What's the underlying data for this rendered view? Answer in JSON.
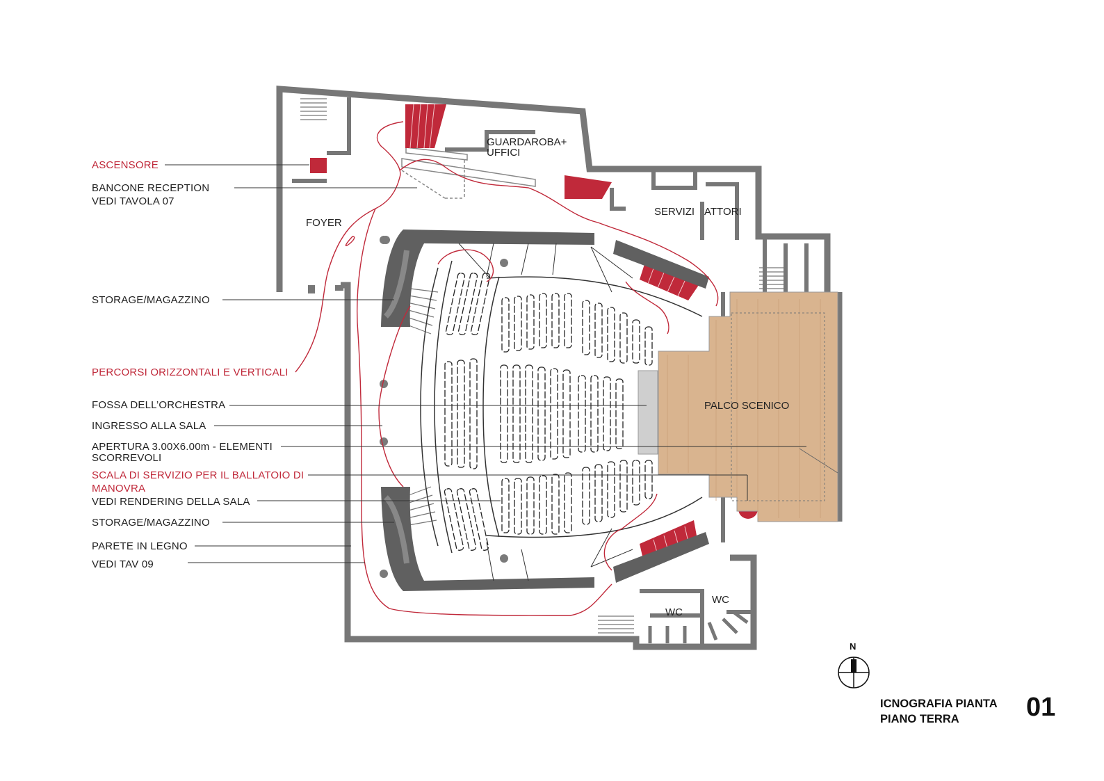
{
  "labels": {
    "ascensore": "ASCENSORE",
    "bancone_1": "BANCONE RECEPTION",
    "bancone_2": "VEDI TAVOLA 07",
    "storage_top": "STORAGE/MAGAZZINO",
    "percorsi": "PERCORSI ORIZZONTALI E VERTICALI",
    "fossa": "FOSSA DELL’ORCHESTRA",
    "ingresso": "INGRESSO ALLA SALA",
    "apertura_1": "APERTURA 3.00X6.00m - ELEMENTI",
    "apertura_2": "SCORREVOLI",
    "scala_1": "SCALA DI SERVIZIO PER IL BALLATOIO DI",
    "scala_2": "MANOVRA",
    "rendering": "VEDI RENDERING DELLA SALA",
    "storage_bottom": "STORAGE/MAGAZZINO",
    "parete": "PARETE IN LEGNO",
    "vedi_tav": "VEDI TAV 09"
  },
  "rooms": {
    "guardaroba": "GUARDAROBA+",
    "uffici": "UFFICI",
    "foyer": "FOYER",
    "servizi": "SERVIZI",
    "attori": "ATTORI",
    "palco": "PALCO SCENICO",
    "wc_left": "WC",
    "wc_right": "WC"
  },
  "north": "N",
  "title": {
    "line1": "ICNOGRAFIA PIANTA",
    "line2": "PIANO TERRA",
    "number": "01"
  },
  "colors": {
    "wall": "#7d7d7d",
    "accent_red": "#c0293a",
    "stage": "#d9b48f",
    "dark_wall": "#5f5f5f"
  }
}
